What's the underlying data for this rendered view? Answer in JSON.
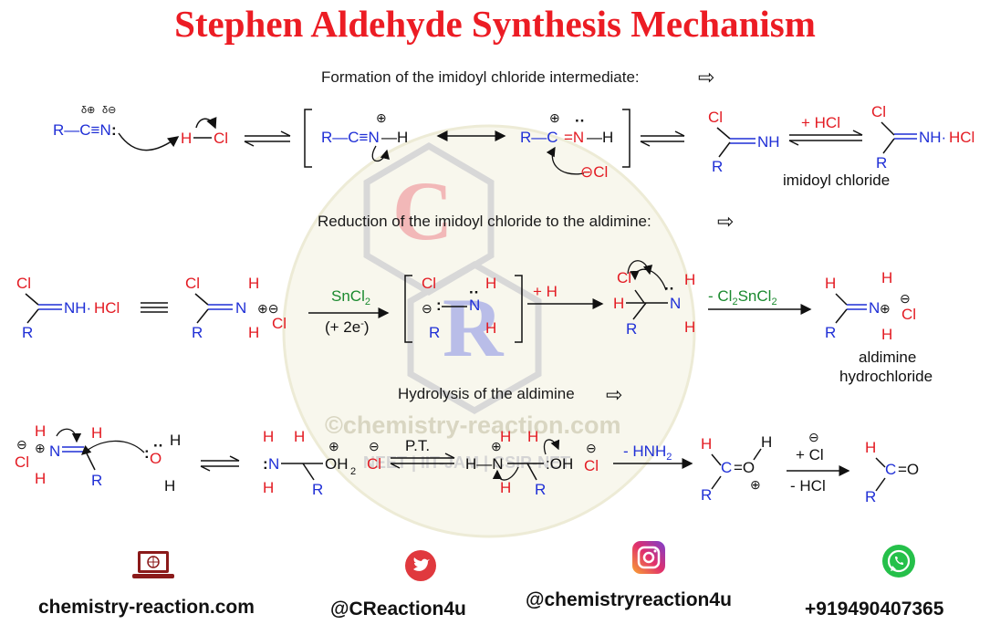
{
  "title": "Stephen Aldehyde Synthesis Mechanism",
  "sections": [
    {
      "heading": "Formation of the imidoyl chloride intermediate:"
    },
    {
      "heading": "Reduction of the imidoyl chloride to the aldimine:"
    },
    {
      "heading": "Hydrolysis of the aldimine"
    }
  ],
  "labels": {
    "imidoyl_chloride": "imidoyl chloride",
    "aldimine_line1": "aldimine",
    "aldimine_line2": "hydrochloride"
  },
  "reagents": {
    "hcl": "+ HCl",
    "sncl2_main": "SnCl",
    "sncl2_sub": "2",
    "two_e": "(+ 2e",
    "two_e_sup": "-",
    "plus_h": "+ H",
    "minus_cl2sncl2": "- Cl",
    "pt": "P.T.",
    "minus_hnh2": "- HNH",
    "plus_cl": "+ Cl",
    "minus_hcl": "- HCl"
  },
  "watermark": {
    "letter_c": "C",
    "letter_r": "R",
    "site": "©chemistry-reaction.com",
    "tagline": "NEET | IIT-JAM | CSIR-NET"
  },
  "footer": [
    {
      "icon": "globe-laptop-icon",
      "text": "chemistry-reaction.com"
    },
    {
      "icon": "twitter-icon",
      "text": "@CReaction4u"
    },
    {
      "icon": "instagram-icon",
      "text": "@chemistryreaction4u"
    },
    {
      "icon": "whatsapp-icon",
      "text": "+919490407365"
    }
  ],
  "colors": {
    "title": "#ec1c24",
    "carbon_chain": "#1f2fd6",
    "heteroatom_red": "#e31b23",
    "reagent_green": "#1b8a2f",
    "watermark": "#e8e6c6"
  }
}
